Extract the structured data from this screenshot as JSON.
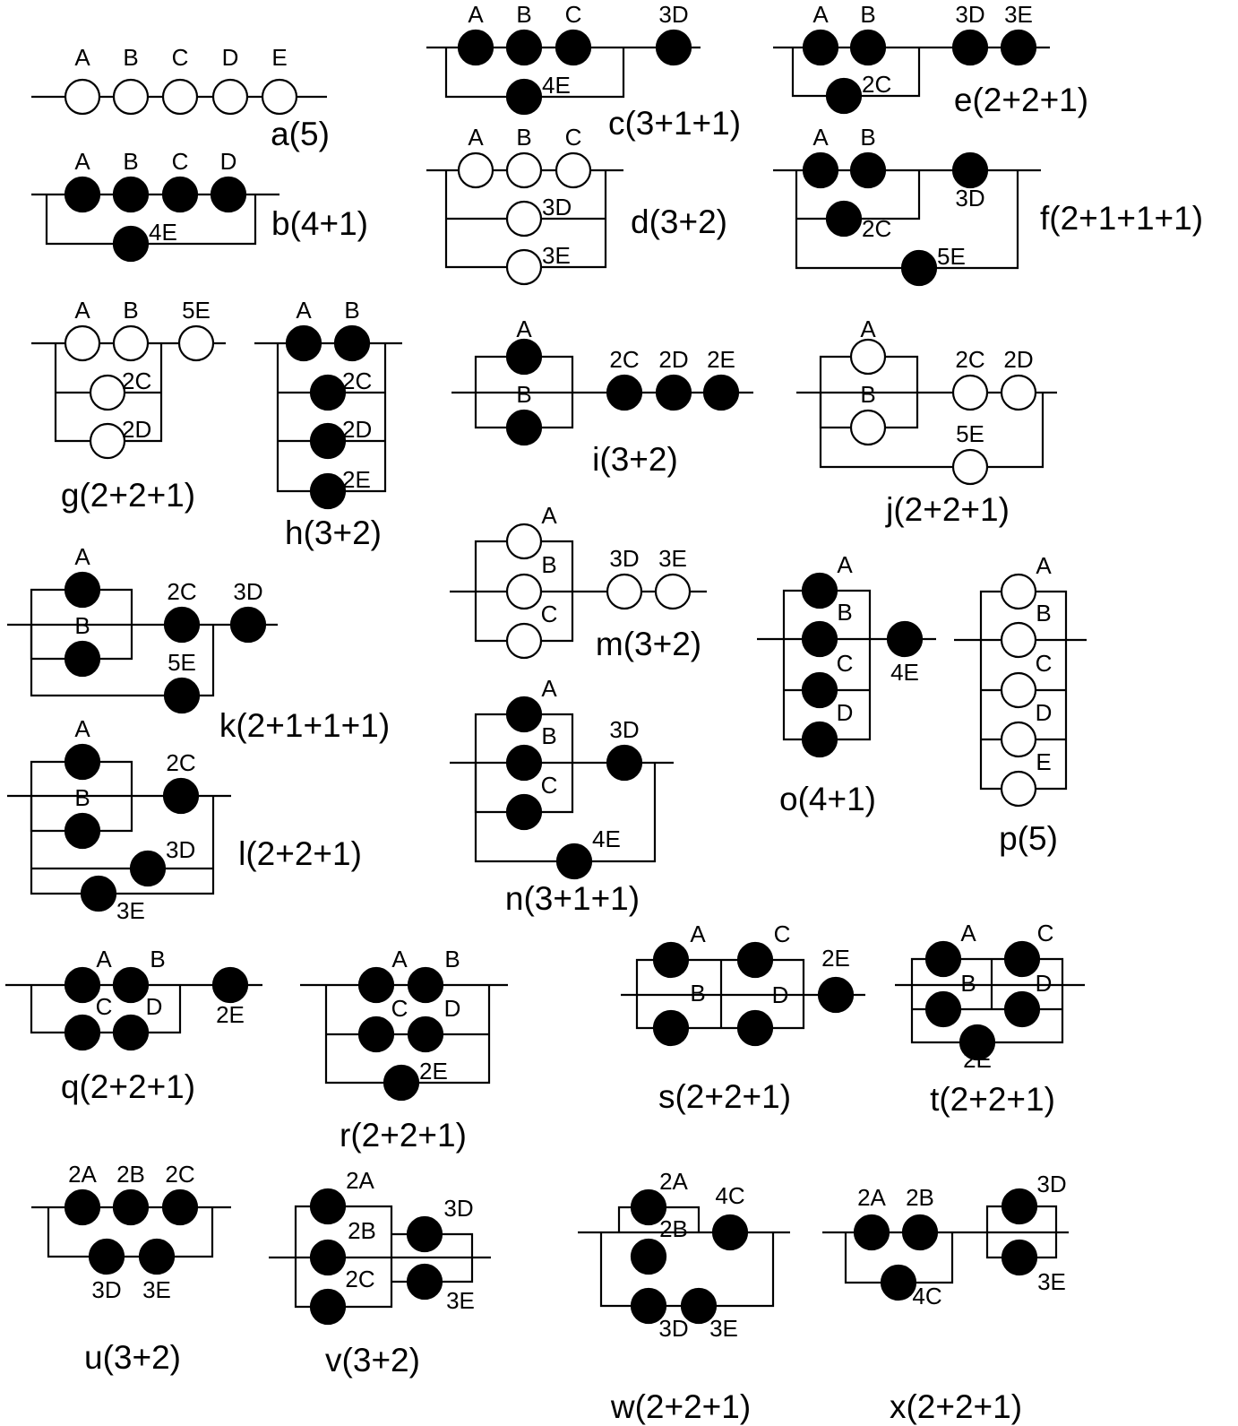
{
  "colors": {
    "filled": "#000000",
    "open": "#ffffff",
    "stroke": "#000000",
    "background": "#ffffff"
  },
  "diagrams": [
    {
      "id": "a",
      "caption": "a(5)",
      "nodes": [
        {
          "label": "A",
          "filled": false
        },
        {
          "label": "B",
          "filled": false
        },
        {
          "label": "C",
          "filled": false
        },
        {
          "label": "D",
          "filled": false
        },
        {
          "label": "E",
          "filled": false
        }
      ]
    },
    {
      "id": "b",
      "caption": "b(4+1)",
      "nodes": [
        {
          "label": "A",
          "filled": true
        },
        {
          "label": "B",
          "filled": true
        },
        {
          "label": "C",
          "filled": true
        },
        {
          "label": "D",
          "filled": true
        },
        {
          "label": "4E",
          "filled": true
        }
      ]
    },
    {
      "id": "c",
      "caption": "c(3+1+1)",
      "nodes": [
        {
          "label": "A",
          "filled": true
        },
        {
          "label": "B",
          "filled": true
        },
        {
          "label": "C",
          "filled": true
        },
        {
          "label": "3D",
          "filled": true
        },
        {
          "label": "4E",
          "filled": true
        }
      ]
    },
    {
      "id": "d",
      "caption": "d(3+2)",
      "nodes": [
        {
          "label": "A",
          "filled": false
        },
        {
          "label": "B",
          "filled": false
        },
        {
          "label": "C",
          "filled": false
        },
        {
          "label": "3D",
          "filled": false
        },
        {
          "label": "3E",
          "filled": false
        }
      ]
    },
    {
      "id": "e",
      "caption": "e(2+2+1)",
      "nodes": [
        {
          "label": "A",
          "filled": true
        },
        {
          "label": "B",
          "filled": true
        },
        {
          "label": "3D",
          "filled": true
        },
        {
          "label": "3E",
          "filled": true
        },
        {
          "label": "2C",
          "filled": true
        }
      ]
    },
    {
      "id": "f",
      "caption": "f(2+1+1+1)",
      "nodes": [
        {
          "label": "A",
          "filled": true
        },
        {
          "label": "B",
          "filled": true
        },
        {
          "label": "3D",
          "filled": true
        },
        {
          "label": "2C",
          "filled": true
        },
        {
          "label": "5E",
          "filled": true
        }
      ]
    },
    {
      "id": "g",
      "caption": "g(2+2+1)",
      "nodes": [
        {
          "label": "A",
          "filled": false
        },
        {
          "label": "B",
          "filled": false
        },
        {
          "label": "5E",
          "filled": false
        },
        {
          "label": "2C",
          "filled": false
        },
        {
          "label": "2D",
          "filled": false
        }
      ]
    },
    {
      "id": "h",
      "caption": "h(3+2)",
      "nodes": [
        {
          "label": "A",
          "filled": true
        },
        {
          "label": "B",
          "filled": true
        },
        {
          "label": "2C",
          "filled": true
        },
        {
          "label": "2D",
          "filled": true
        },
        {
          "label": "2E",
          "filled": true
        }
      ]
    },
    {
      "id": "i",
      "caption": "i(3+2)",
      "nodes": [
        {
          "label": "A",
          "filled": true
        },
        {
          "label": "B",
          "filled": true
        },
        {
          "label": "2C",
          "filled": true
        },
        {
          "label": "2D",
          "filled": true
        },
        {
          "label": "2E",
          "filled": true
        }
      ]
    },
    {
      "id": "j",
      "caption": "j(2+2+1)",
      "nodes": [
        {
          "label": "A",
          "filled": false
        },
        {
          "label": "B",
          "filled": false
        },
        {
          "label": "2C",
          "filled": false
        },
        {
          "label": "2D",
          "filled": false
        },
        {
          "label": "5E",
          "filled": false
        }
      ]
    },
    {
      "id": "k",
      "caption": "k(2+1+1+1)",
      "nodes": [
        {
          "label": "A",
          "filled": true
        },
        {
          "label": "B",
          "filled": true
        },
        {
          "label": "2C",
          "filled": true
        },
        {
          "label": "3D",
          "filled": true
        },
        {
          "label": "5E",
          "filled": true
        }
      ]
    },
    {
      "id": "l",
      "caption": "l(2+2+1)",
      "nodes": [
        {
          "label": "A",
          "filled": true
        },
        {
          "label": "B",
          "filled": true
        },
        {
          "label": "2C",
          "filled": true
        },
        {
          "label": "3D",
          "filled": true
        },
        {
          "label": "3E",
          "filled": true
        }
      ]
    },
    {
      "id": "m",
      "caption": "m(3+2)",
      "nodes": [
        {
          "label": "A",
          "filled": false
        },
        {
          "label": "B",
          "filled": false
        },
        {
          "label": "C",
          "filled": false
        },
        {
          "label": "3D",
          "filled": false
        },
        {
          "label": "3E",
          "filled": false
        }
      ]
    },
    {
      "id": "n",
      "caption": "n(3+1+1)",
      "nodes": [
        {
          "label": "A",
          "filled": true
        },
        {
          "label": "B",
          "filled": true
        },
        {
          "label": "C",
          "filled": true
        },
        {
          "label": "3D",
          "filled": true
        },
        {
          "label": "4E",
          "filled": true
        }
      ]
    },
    {
      "id": "o",
      "caption": "o(4+1)",
      "nodes": [
        {
          "label": "A",
          "filled": true
        },
        {
          "label": "B",
          "filled": true
        },
        {
          "label": "C",
          "filled": true
        },
        {
          "label": "D",
          "filled": true
        },
        {
          "label": "4E",
          "filled": true
        }
      ]
    },
    {
      "id": "p",
      "caption": "p(5)",
      "nodes": [
        {
          "label": "A",
          "filled": false
        },
        {
          "label": "B",
          "filled": false
        },
        {
          "label": "C",
          "filled": false
        },
        {
          "label": "D",
          "filled": false
        },
        {
          "label": "E",
          "filled": false
        }
      ]
    },
    {
      "id": "q",
      "caption": "q(2+2+1)",
      "nodes": [
        {
          "label": "A",
          "filled": true
        },
        {
          "label": "B",
          "filled": true
        },
        {
          "label": "C",
          "filled": true
        },
        {
          "label": "D",
          "filled": true
        },
        {
          "label": "2E",
          "filled": true
        }
      ]
    },
    {
      "id": "r",
      "caption": "r(2+2+1)",
      "nodes": [
        {
          "label": "A",
          "filled": true
        },
        {
          "label": "B",
          "filled": true
        },
        {
          "label": "C",
          "filled": true
        },
        {
          "label": "D",
          "filled": true
        },
        {
          "label": "2E",
          "filled": true
        }
      ]
    },
    {
      "id": "s",
      "caption": "s(2+2+1)",
      "nodes": [
        {
          "label": "A",
          "filled": true
        },
        {
          "label": "B",
          "filled": true
        },
        {
          "label": "C",
          "filled": true
        },
        {
          "label": "D",
          "filled": true
        },
        {
          "label": "2E",
          "filled": true
        }
      ]
    },
    {
      "id": "t",
      "caption": "t(2+2+1)",
      "nodes": [
        {
          "label": "A",
          "filled": true
        },
        {
          "label": "B",
          "filled": true
        },
        {
          "label": "C",
          "filled": true
        },
        {
          "label": "D",
          "filled": true
        },
        {
          "label": "2E",
          "filled": true
        }
      ]
    },
    {
      "id": "u",
      "caption": "u(3+2)",
      "nodes": [
        {
          "label": "2A",
          "filled": true
        },
        {
          "label": "2B",
          "filled": true
        },
        {
          "label": "2C",
          "filled": true
        },
        {
          "label": "3D",
          "filled": true
        },
        {
          "label": "3E",
          "filled": true
        }
      ]
    },
    {
      "id": "v",
      "caption": "v(3+2)",
      "nodes": [
        {
          "label": "2A",
          "filled": true
        },
        {
          "label": "2B",
          "filled": true
        },
        {
          "label": "2C",
          "filled": true
        },
        {
          "label": "3D",
          "filled": true
        },
        {
          "label": "3E",
          "filled": true
        }
      ]
    },
    {
      "id": "w",
      "caption": "w(2+2+1)",
      "nodes": [
        {
          "label": "2A",
          "filled": true
        },
        {
          "label": "2B",
          "filled": true
        },
        {
          "label": "4C",
          "filled": true
        },
        {
          "label": "3D",
          "filled": true
        },
        {
          "label": "3E",
          "filled": true
        }
      ]
    },
    {
      "id": "x",
      "caption": "x(2+2+1)",
      "nodes": [
        {
          "label": "2A",
          "filled": true
        },
        {
          "label": "2B",
          "filled": true
        },
        {
          "label": "4C",
          "filled": true
        },
        {
          "label": "3D",
          "filled": true
        },
        {
          "label": "3E",
          "filled": true
        }
      ]
    }
  ]
}
